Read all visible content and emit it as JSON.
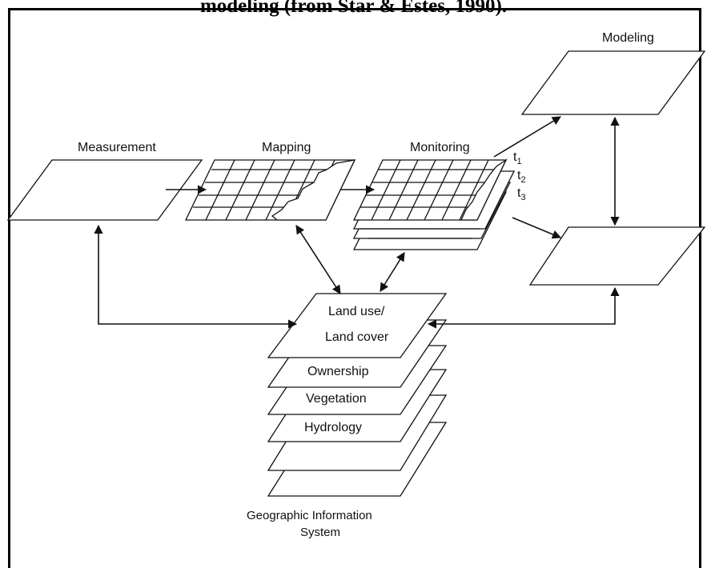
{
  "caption": "modeling (from Star & Estes, 1990).",
  "labels": {
    "measurement": "Measurement",
    "mapping": "Mapping",
    "monitoring": "Monitoring",
    "modeling": "Modeling",
    "t1": "t",
    "t1_sub": "1",
    "t2": "t",
    "t2_sub": "2",
    "t3": "t",
    "t3_sub": "3",
    "landuse_line1": "Land use/",
    "landuse_line2": "Land cover",
    "ownership": "Ownership",
    "vegetation": "Vegetation",
    "hydrology": "Hydrology",
    "gis_line1": "Geographic Information",
    "gis_line2": "System"
  }
}
